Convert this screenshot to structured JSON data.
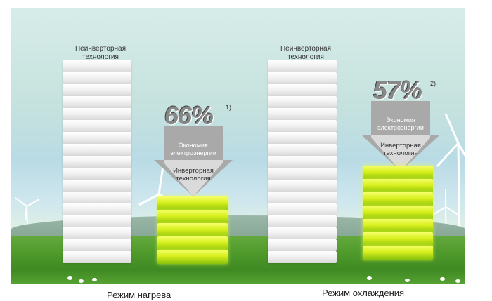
{
  "heating": {
    "non_inverter_label_line1": "Неинверторная",
    "non_inverter_label_line2": "технология",
    "percent": "66%",
    "footnote": "1)",
    "saving_line1": "Экономия",
    "saving_line2": "электроэнергии",
    "inverter_line1": "Инверторная",
    "inverter_line2": "технология",
    "caption": "Режим нагрева"
  },
  "cooling": {
    "non_inverter_label_line1": "Неинверторная",
    "non_inverter_label_line2": "технология",
    "percent": "57%",
    "footnote": "2)",
    "saving_line1": "Экономия",
    "saving_line2": "электроэнергии",
    "inverter_line1": "Инверторная",
    "inverter_line2": "технология",
    "caption": "Режим охлаждения"
  },
  "colors": {
    "sky": "#c6e2de",
    "grass": "#4f9a2b",
    "inverter_green": "#d7ef1d",
    "plate_white": "#f2f2f2",
    "arrow_gray": "#a9a9a9"
  }
}
